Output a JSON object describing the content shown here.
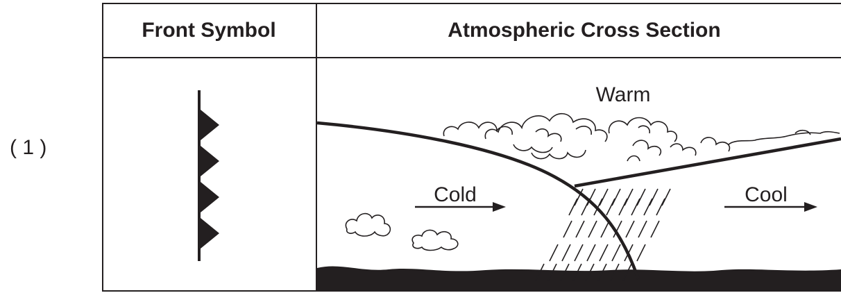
{
  "choice_label": "( 1 )",
  "table": {
    "header_front": "Front Symbol",
    "header_cross": "Atmospheric Cross Section"
  },
  "cross_section": {
    "warm_label": "Warm",
    "cold_label": "Cold",
    "cool_label": "Cool"
  }
}
